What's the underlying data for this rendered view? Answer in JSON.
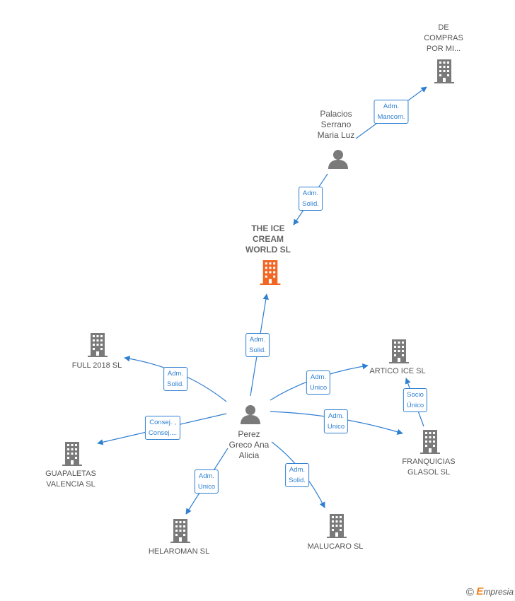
{
  "nodes": [
    {
      "id": "focus",
      "label": "THE ICE\nCREAM\nWORLD  SL",
      "kind": "company-focus"
    },
    {
      "id": "decompras",
      "label": "DE\nCOMPRAS\nPOR MI...",
      "kind": "company"
    },
    {
      "id": "palacios",
      "label": "Palacios\nSerrano\nMaria Luz",
      "kind": "person"
    },
    {
      "id": "perez",
      "label": "Perez\nGreco Ana\nAlicia",
      "kind": "person"
    },
    {
      "id": "full2018",
      "label": "FULL 2018  SL",
      "kind": "company"
    },
    {
      "id": "artico",
      "label": "ARTICO ICE  SL",
      "kind": "company"
    },
    {
      "id": "franquicias",
      "label": "FRANQUICIAS\nGLASOL  SL",
      "kind": "company"
    },
    {
      "id": "guapaletas",
      "label": "GUAPALETAS\nVALENCIA  SL",
      "kind": "company"
    },
    {
      "id": "helaroman",
      "label": "HELAROMAN SL",
      "kind": "company"
    },
    {
      "id": "malucaro",
      "label": "MALUCARO  SL",
      "kind": "company"
    }
  ],
  "edges": [
    {
      "from": "palacios",
      "to": "decompras",
      "label": "Adm.\nMancom."
    },
    {
      "from": "palacios",
      "to": "focus",
      "label": "Adm.\nSolid."
    },
    {
      "from": "perez",
      "to": "focus",
      "label": "Adm.\nSolid."
    },
    {
      "from": "perez",
      "to": "full2018",
      "label": "Adm.\nSolid."
    },
    {
      "from": "perez",
      "to": "artico",
      "label": "Adm.\nUnico"
    },
    {
      "from": "perez",
      "to": "franquicias",
      "label": "Adm.\nUnico"
    },
    {
      "from": "franquicias",
      "to": "artico",
      "label": "Socio\nÚnico"
    },
    {
      "from": "perez",
      "to": "guapaletas",
      "label": "Consej. ,\nConsej...."
    },
    {
      "from": "perez",
      "to": "helaroman",
      "label": "Adm.\nUnico"
    },
    {
      "from": "perez",
      "to": "malucaro",
      "label": "Adm.\nSolid."
    }
  ],
  "colors": {
    "edge": "#2f7fd1",
    "company_icon": "#7a7a7a",
    "focus_icon": "#f26522",
    "person_icon": "#7a7a7a"
  },
  "footer": {
    "copyright": "©",
    "brand_initial": "E",
    "brand_rest": "mpresia"
  }
}
